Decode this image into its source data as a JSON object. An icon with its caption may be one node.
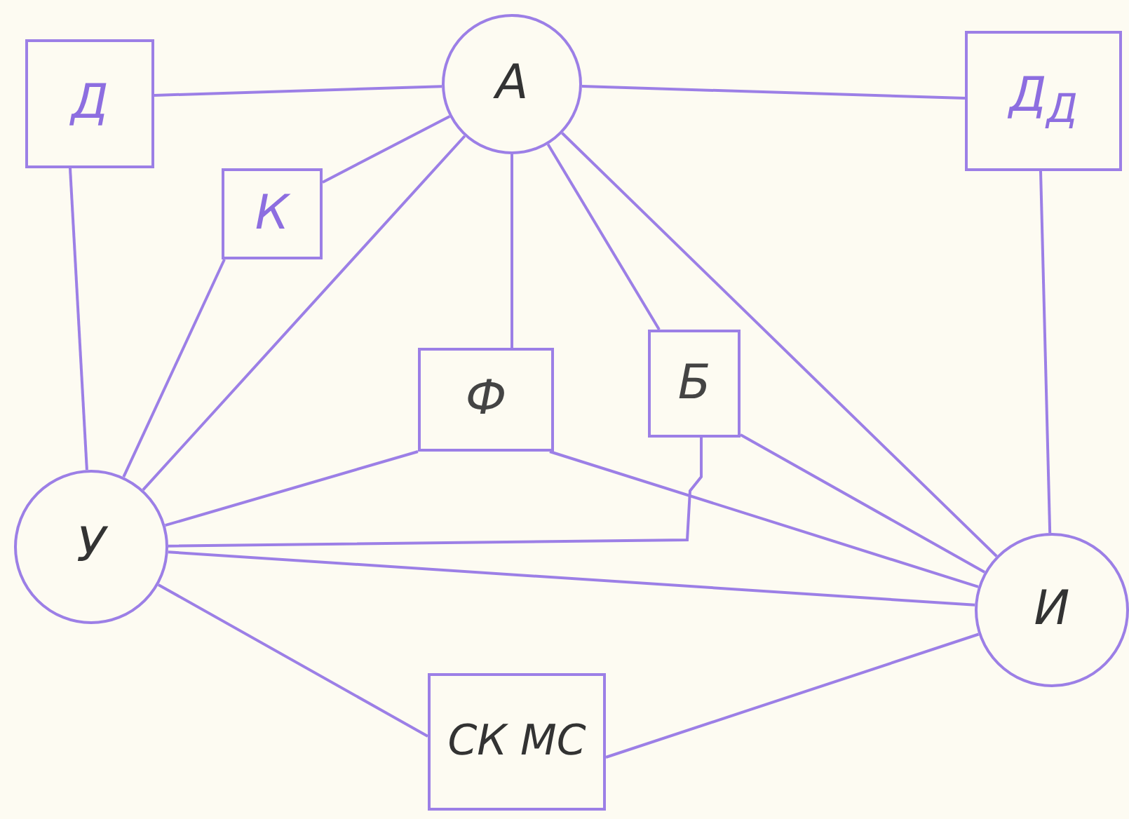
{
  "diagram": {
    "nodes": [
      {
        "text": [
          "Д"
        ]
      },
      {
        "text": [
          "А"
        ]
      },
      {
        "text": [
          "Д$_{Д}$"
        ]
      },
      {
        "text": [
          "К"
        ]
      },
      {
        "text": [
          "Ф"
        ]
      },
      {
        "text": [
          "Б"
        ]
      },
      {
        "text": [
          "У"
        ]
      },
      {
        "text": [
          "И"
        ]
      },
      {
        "text": [
          "СК МС"
        ]
      }
    ],
    "edges": [
      {
        "from": 0,
        "to": 1,
        "arrow": "none"
      },
      {
        "from": 1,
        "to": 2,
        "arrow": "none"
      },
      {
        "from": 3,
        "to": 1,
        "arrow": "none"
      },
      {
        "from": 0,
        "to": 6,
        "arrow": "none"
      },
      {
        "from": 3,
        "to": 6,
        "arrow": "none"
      },
      {
        "from": 1,
        "to": 6,
        "arrow": "none"
      },
      {
        "from": 1,
        "to": 4,
        "arrow": "none"
      },
      {
        "from": 1,
        "to": 5,
        "arrow": "none"
      },
      {
        "from": 1,
        "to": 7,
        "arrow": "none"
      },
      {
        "from": 2,
        "to": 7,
        "arrow": "none"
      },
      {
        "from": 4,
        "to": 6,
        "arrow": "none"
      },
      {
        "from": 4,
        "to": 7,
        "arrow": "none"
      },
      {
        "from": 5,
        "to": 6,
        "arrow": "none"
      },
      {
        "from": 5,
        "to": 7,
        "arrow": "none"
      },
      {
        "from": 6,
        "to": 7,
        "arrow": "none"
      },
      {
        "from": 6,
        "to": 8,
        "arrow": "none"
      },
      {
        "from": 8,
        "to": 7,
        "arrow": "none"
      }
    ]
  }
}
